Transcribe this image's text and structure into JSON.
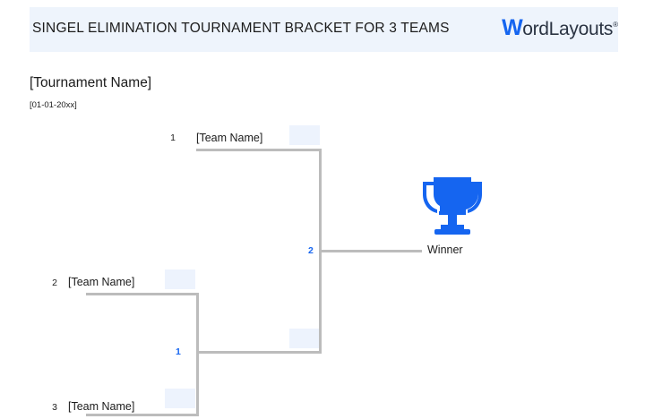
{
  "header": {
    "title": "SINGEL ELIMINATION TOURNAMENT BRACKET FOR 3 TEAMS",
    "background_color": "#eef4fc",
    "brand": {
      "initial": "W",
      "rest": "ordLayouts",
      "trademark": "®",
      "initial_color": "#1565f0",
      "text_color": "#2b3443"
    }
  },
  "tournament": {
    "name": "[Tournament Name]",
    "date": "[01-01-20xx]"
  },
  "bracket": {
    "line_color": "#bcbcbc",
    "score_box_color": "#edf3fd",
    "accent_color": "#1565f0",
    "round1": {
      "matches": [
        {
          "number": "1",
          "teams": [
            {
              "seed": "2",
              "name": "[Team Name]",
              "score": ""
            },
            {
              "seed": "3",
              "name": "[Team Name]",
              "score": ""
            }
          ]
        }
      ]
    },
    "round2": {
      "matches": [
        {
          "number": "2",
          "teams": [
            {
              "seed": "1",
              "name": "[Team Name]",
              "score": ""
            },
            {
              "seed": "",
              "name": "",
              "score": ""
            }
          ]
        }
      ]
    }
  },
  "winner": {
    "label": "Winner",
    "icon": "trophy-icon",
    "icon_color": "#1565f0"
  }
}
